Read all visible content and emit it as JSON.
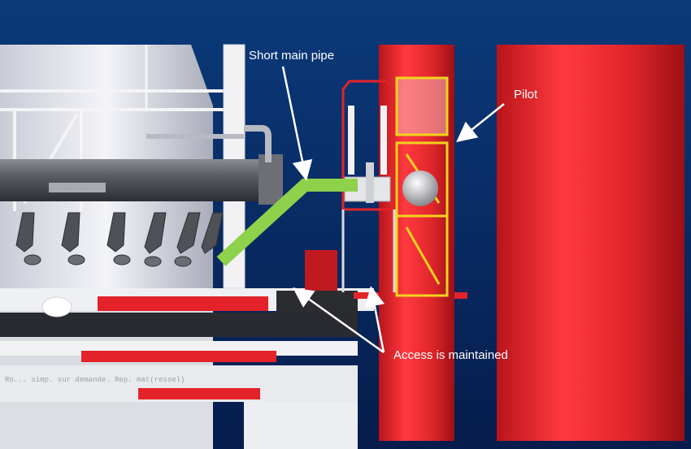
{
  "labels": {
    "short_main_pipe": "Short main pipe",
    "pilot": "Pilot",
    "access": "Access is maintained"
  },
  "drawing_note": "Ro... simp. sur demande. Rep. mat(ressel)",
  "colors": {
    "background_top": "#0b3a7a",
    "background_bottom": "#071f52",
    "column_red": "#e8232a",
    "pipe_green": "#8ed14a",
    "frame_yellow": "#f2d21e",
    "arrow_white": "#ffffff"
  }
}
